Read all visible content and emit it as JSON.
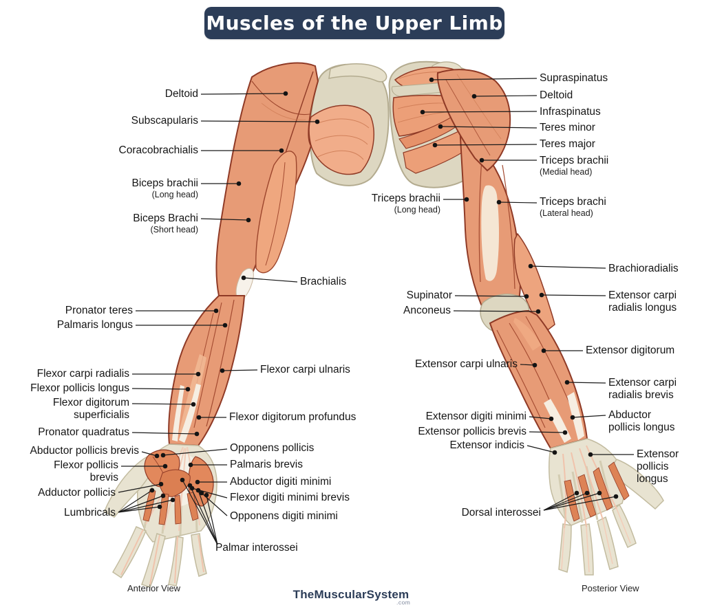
{
  "title": "Muscles of the Upper Limb",
  "branding": {
    "name": "TheMuscularSystem",
    "suffix": ".com"
  },
  "views": {
    "anterior": "Anterior View",
    "posterior": "Posterior View"
  },
  "colors": {
    "title_bg": "#2c3d58",
    "muscle": "#e79b76",
    "muscle_outline": "#8f3a26",
    "bone": "#ddd7c1",
    "tendon_white": "#f6efe4",
    "label_text": "#151515"
  },
  "anterior": {
    "labels": [
      {
        "text": "Deltoid"
      },
      {
        "text": "Subscapularis"
      },
      {
        "text": "Coracobrachialis"
      },
      {
        "text": "Biceps brachii",
        "sub": "(Long head)"
      },
      {
        "text": "Biceps Brachi",
        "sub": "(Short head)"
      },
      {
        "text": "Brachialis"
      },
      {
        "text": "Pronator teres"
      },
      {
        "text": "Palmaris longus"
      },
      {
        "text": "Flexor carpi radialis"
      },
      {
        "text": "Flexor pollicis longus"
      },
      {
        "text": "Flexor digitorum\nsuperficialis"
      },
      {
        "text": "Pronator quadratus"
      },
      {
        "text": "Flexor carpi ulnaris"
      },
      {
        "text": "Flexor digitorum profundus"
      },
      {
        "text": "Abductor pollicis brevis"
      },
      {
        "text": "Flexor pollicis\nbrevis"
      },
      {
        "text": "Adductor pollicis"
      },
      {
        "text": "Lumbricals"
      },
      {
        "text": "Opponens pollicis"
      },
      {
        "text": "Palmaris brevis"
      },
      {
        "text": "Abductor digiti minimi"
      },
      {
        "text": "Flexor digiti minimi brevis"
      },
      {
        "text": "Opponens digiti minimi"
      },
      {
        "text": "Palmar interossei"
      }
    ]
  },
  "posterior": {
    "labels": [
      {
        "text": "Supraspinatus"
      },
      {
        "text": "Deltoid"
      },
      {
        "text": "Infraspinatus"
      },
      {
        "text": "Teres minor"
      },
      {
        "text": "Teres major"
      },
      {
        "text": "Triceps brachii",
        "sub": "(Medial head)"
      },
      {
        "text": "Triceps brachi",
        "sub": "(Lateral head)"
      },
      {
        "text": "Triceps brachii",
        "sub": "(Long head)"
      },
      {
        "text": "Supinator"
      },
      {
        "text": "Anconeus"
      },
      {
        "text": "Brachioradialis"
      },
      {
        "text": "Extensor carpi\nradialis longus"
      },
      {
        "text": "Extensor digitorum"
      },
      {
        "text": "Extensor carpi\nradialis brevis"
      },
      {
        "text": "Abductor\npollicis longus"
      },
      {
        "text": "Extensor\npollicis\nlongus"
      },
      {
        "text": "Extensor carpi ulnaris"
      },
      {
        "text": "Extensor digiti minimi"
      },
      {
        "text": "Extensor pollicis brevis"
      },
      {
        "text": "Extensor indicis"
      },
      {
        "text": "Dorsal interossei"
      }
    ]
  }
}
